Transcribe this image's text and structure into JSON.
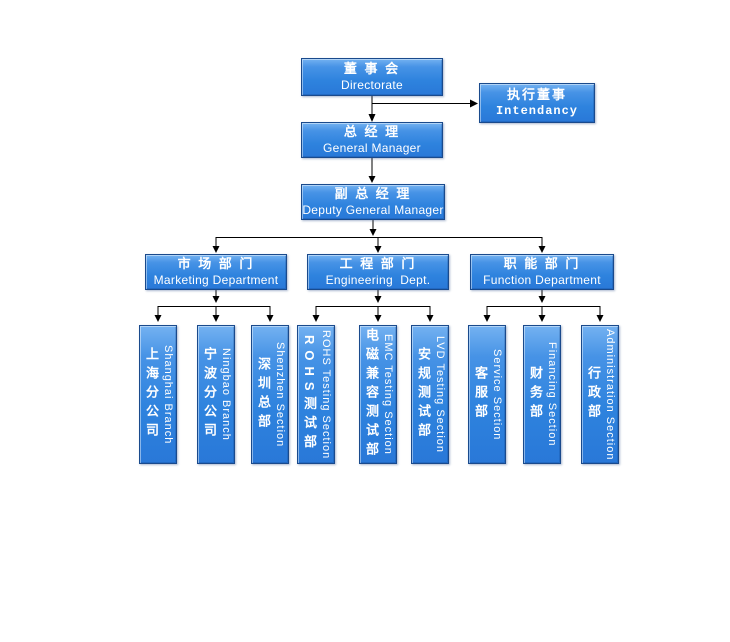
{
  "nodes": {
    "directorate": {
      "zh": "董 事 会",
      "en": "Directorate"
    },
    "intendancy": {
      "zh": "执行董事",
      "en": "Intendancy"
    },
    "general_manager": {
      "zh": "总 经 理",
      "en": "General Manager"
    },
    "deputy_general_manager": {
      "zh": "副 总 经 理",
      "en": "Deputy General Manager"
    },
    "marketing_department": {
      "zh": "市 场 部 门",
      "en": "Marketing Department"
    },
    "engineering_department": {
      "zh": "工 程 部 门",
      "en": "Engineering  Dept."
    },
    "function_department": {
      "zh": "职 能 部 门",
      "en": "Function Department"
    }
  },
  "leaves": [
    {
      "zh": "上海分公司",
      "en": "Shanghai Branch"
    },
    {
      "zh": "宁波分公司",
      "en": "Ningbao Branch"
    },
    {
      "zh": "深圳总部",
      "en": "Shenzhen Section"
    },
    {
      "zh": "ROHS测试部",
      "en": "ROHS Testing Section"
    },
    {
      "zh": "电磁兼容测试部",
      "en": "EMC Testing Section"
    },
    {
      "zh": "安规测试部",
      "en": "LVD Testing Section"
    },
    {
      "zh": "客服部",
      "en": "Service Section"
    },
    {
      "zh": "财务部",
      "en": "Financing Section"
    },
    {
      "zh": "行政部",
      "en": "Administration Section"
    }
  ],
  "colors": {
    "box_gradient_top": "#74b2f1",
    "box_gradient_bottom": "#2978d8",
    "box_border": "#1a4a8c",
    "text": "#ffffff",
    "connector": "#000000",
    "background": "#ffffff"
  }
}
